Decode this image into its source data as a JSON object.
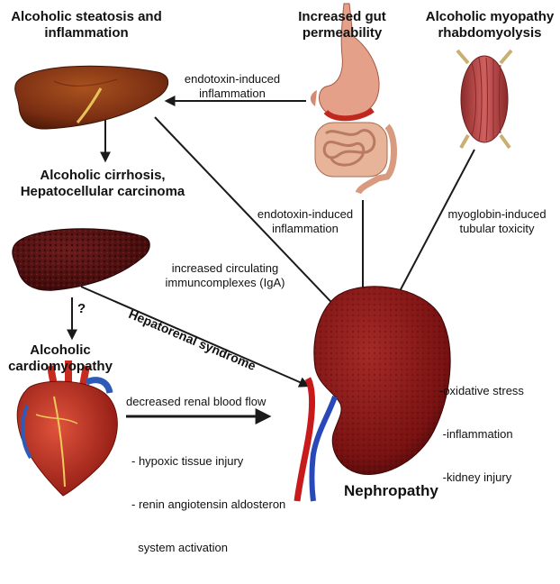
{
  "titles": {
    "steatosis": [
      "Alcoholic steatosis and",
      "inflammation"
    ],
    "gut": [
      "Increased gut",
      "permeability"
    ],
    "myopathy": [
      "Alcoholic myopathy",
      "rhabdomyolysis"
    ],
    "cirrhosis": [
      "Alcoholic cirrhosis,",
      "Hepatocellular carcinoma"
    ],
    "cardiomyopathy": [
      "Alcoholic",
      "cardiomyopathy"
    ],
    "nephropathy": "Nephropathy",
    "hepatorenal": "Hepatorenal syndrome"
  },
  "labels": {
    "endotoxin_top": [
      "endotoxin-induced",
      "inflammation"
    ],
    "endotoxin_mid": [
      "endotoxin-induced",
      "inflammation"
    ],
    "myoglobin": [
      "myoglobin-induced",
      "tubular toxicity"
    ],
    "immuno": [
      "increased circulating",
      "immuncomplexes (IgA)"
    ],
    "question": "?",
    "renal_flow": "decreased renal blood flow",
    "hypoxic": [
      "- hypoxic tissue injury",
      "- renin angiotensin aldosteron",
      "  system activation"
    ],
    "kidney_effects": [
      "-oxidative stress",
      " -inflammation",
      " -kidney injury"
    ]
  },
  "colors": {
    "liver": "#7a2e12",
    "liver_dark": "#5a1d0c",
    "cirrhotic": "#4a0d0d",
    "kidney": "#7f1414",
    "heart": "#b8231a",
    "muscle": "#c0494a",
    "stomach": "#e4a089",
    "intestine": "#e7b49a",
    "artery": "#c81a1a",
    "vein": "#2a49b8",
    "arrow": "#1a1a1a"
  },
  "icons": [
    "healthy-liver-icon",
    "gut-icon",
    "muscle-icon",
    "cirrhotic-liver-icon",
    "heart-icon",
    "kidney-icon"
  ]
}
